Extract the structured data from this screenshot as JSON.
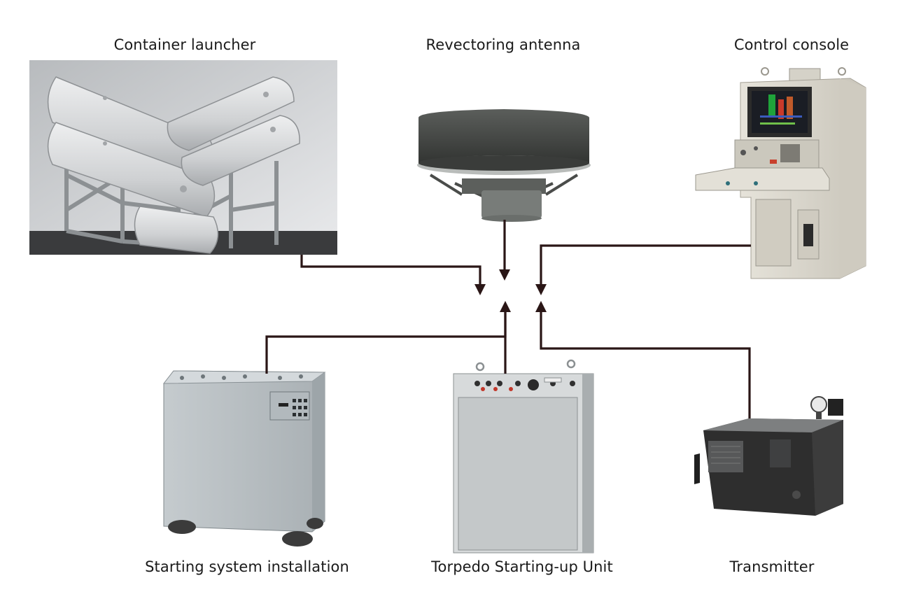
{
  "diagram": {
    "nodes": {
      "container_launcher": {
        "label": "Container launcher"
      },
      "revectoring_antenna": {
        "label": "Revectoring antenna"
      },
      "control_console": {
        "label": "Control console"
      },
      "starting_system_installation": {
        "label": "Starting system installation"
      },
      "torpedo_starting_up_unit": {
        "label": "Torpedo Starting-up Unit"
      },
      "transmitter": {
        "label": "Transmitter"
      }
    },
    "colors": {
      "connector": "#2a1616",
      "launcher_gray": "#c9cbcd",
      "antenna_dark": "#3d3f3d",
      "console_beige": "#d9d6cc",
      "cabinet_gray": "#b9c0c4",
      "unit_gray": "#c4c8c9",
      "transmitter_dark": "#2b2b2b"
    }
  }
}
